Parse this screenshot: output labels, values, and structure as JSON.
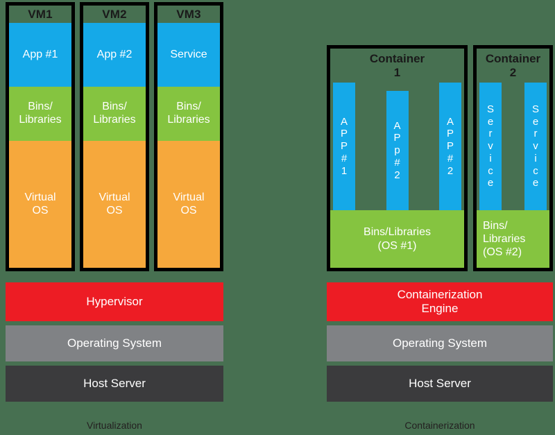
{
  "background_color": "#477051",
  "palette": {
    "app_blue": "#15A9E8",
    "bins_green": "#85C440",
    "virtual_os_orange": "#F6A83C",
    "hypervisor_red": "#ED1C24",
    "operating_system_gray": "#808285",
    "host_server_dark": "#3B3B3D",
    "border_black": "#000000",
    "label_text": "#231F20"
  },
  "virtualization": {
    "caption": "Virtualization",
    "vms": [
      {
        "title": "VM1",
        "app": "App #1",
        "bins_line1": "Bins/",
        "bins_line2": "Libraries",
        "os_line1": "Virtual",
        "os_line2": "OS"
      },
      {
        "title": "VM2",
        "app": "App #2",
        "bins_line1": "Bins/",
        "bins_line2": "Libraries",
        "os_line1": "Virtual",
        "os_line2": "OS"
      },
      {
        "title": "VM3",
        "app": "Service",
        "bins_line1": "Bins/",
        "bins_line2": "Libraries",
        "os_line1": "Virtual",
        "os_line2": "OS"
      }
    ],
    "stack": [
      {
        "label": "Hypervisor"
      },
      {
        "label": "Operating System"
      },
      {
        "label": "Host Server"
      }
    ]
  },
  "containerization": {
    "caption": "Containerization",
    "containers": [
      {
        "title_line1": "Container",
        "title_line2": "1",
        "apps": [
          {
            "letters": [
              "A",
              "P",
              "P",
              "#",
              "1"
            ]
          },
          {
            "letters": [
              "A",
              "P",
              "p",
              "#",
              "2"
            ]
          },
          {
            "letters": [
              "A",
              "P",
              "P",
              "#",
              "2"
            ]
          }
        ],
        "bins_line1": "Bins/Libraries",
        "bins_line2": "(OS #1)",
        "bins_align": "center"
      },
      {
        "title_line1": "Container",
        "title_line2": "2",
        "apps": [
          {
            "letters": [
              "S",
              "e",
              "r",
              "v",
              "i",
              "c",
              "e"
            ]
          },
          {
            "letters": [
              "S",
              "e",
              "r",
              "v",
              "i",
              "c",
              "e"
            ]
          }
        ],
        "bins_line1": "Bins/",
        "bins_line2": "Libraries",
        "bins_line3": "(OS #2)",
        "bins_align": "left"
      }
    ],
    "stack": [
      {
        "label_line1": "Containerization",
        "label_line2": "Engine"
      },
      {
        "label": "Operating System"
      },
      {
        "label": "Host Server"
      }
    ]
  }
}
